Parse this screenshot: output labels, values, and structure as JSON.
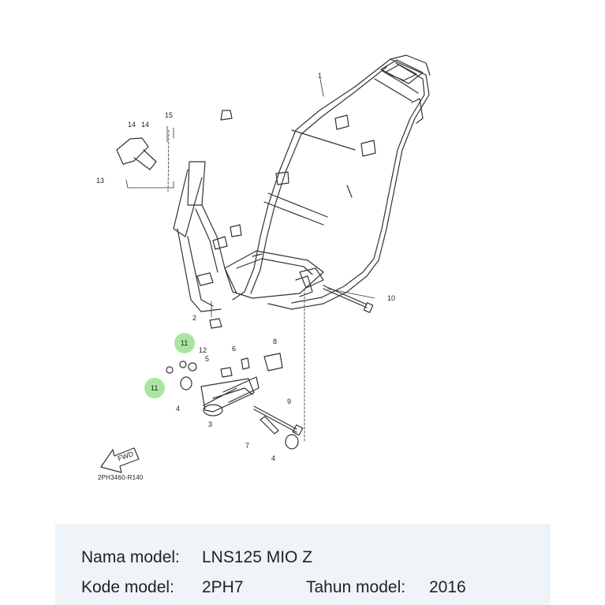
{
  "diagram": {
    "drawing_code": "2PH3460-R140",
    "fwd_label": "FWD",
    "highlight_color": "#a8e6a0",
    "callouts": [
      "1",
      "2",
      "3",
      "4",
      "4",
      "5",
      "6",
      "7",
      "8",
      "9",
      "10",
      "11",
      "11",
      "12",
      "13",
      "14",
      "14",
      "15"
    ]
  },
  "info": {
    "model_name_label": "Nama model:",
    "model_name_value": "LNS125 MIO Z",
    "model_code_label": "Kode model:",
    "model_code_value": "2PH7",
    "model_year_label": "Tahun model:",
    "model_year_value": "2016"
  }
}
